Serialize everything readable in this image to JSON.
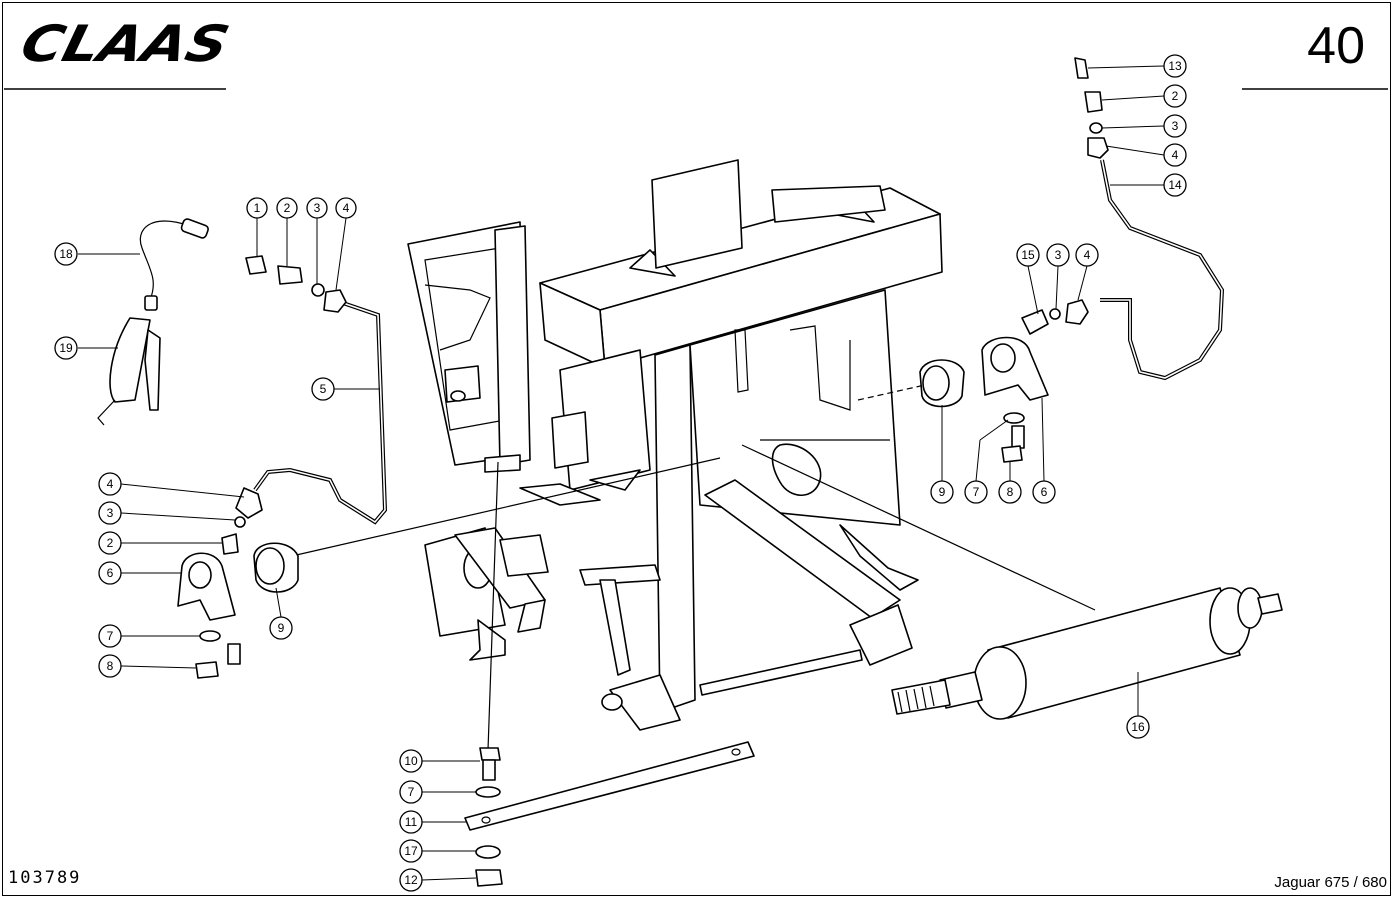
{
  "header": {
    "logo_text": "CLAAS",
    "page_number": "40"
  },
  "footer": {
    "drawing_number": "103789",
    "model": "Jaguar 675 / 680"
  },
  "diagram": {
    "callouts": [
      {
        "id": "c-18",
        "label": "18"
      },
      {
        "id": "c-19",
        "label": "19"
      },
      {
        "id": "c-1",
        "label": "1"
      },
      {
        "id": "c-2a",
        "label": "2"
      },
      {
        "id": "c-3a",
        "label": "3"
      },
      {
        "id": "c-4a",
        "label": "4"
      },
      {
        "id": "c-5",
        "label": "5"
      },
      {
        "id": "c-4b",
        "label": "4"
      },
      {
        "id": "c-3b",
        "label": "3"
      },
      {
        "id": "c-2b",
        "label": "2"
      },
      {
        "id": "c-6a",
        "label": "6"
      },
      {
        "id": "c-7a",
        "label": "7"
      },
      {
        "id": "c-8a",
        "label": "8"
      },
      {
        "id": "c-9a",
        "label": "9"
      },
      {
        "id": "c-13",
        "label": "13"
      },
      {
        "id": "c-2c",
        "label": "2"
      },
      {
        "id": "c-3c",
        "label": "3"
      },
      {
        "id": "c-4c",
        "label": "4"
      },
      {
        "id": "c-14",
        "label": "14"
      },
      {
        "id": "c-15",
        "label": "15"
      },
      {
        "id": "c-3d",
        "label": "3"
      },
      {
        "id": "c-4d",
        "label": "4"
      },
      {
        "id": "c-9b",
        "label": "9"
      },
      {
        "id": "c-7b",
        "label": "7"
      },
      {
        "id": "c-8b",
        "label": "8"
      },
      {
        "id": "c-6b",
        "label": "6"
      },
      {
        "id": "c-10",
        "label": "10"
      },
      {
        "id": "c-7c",
        "label": "7"
      },
      {
        "id": "c-11",
        "label": "11"
      },
      {
        "id": "c-17",
        "label": "17"
      },
      {
        "id": "c-12",
        "label": "12"
      },
      {
        "id": "c-16",
        "label": "16"
      }
    ]
  }
}
